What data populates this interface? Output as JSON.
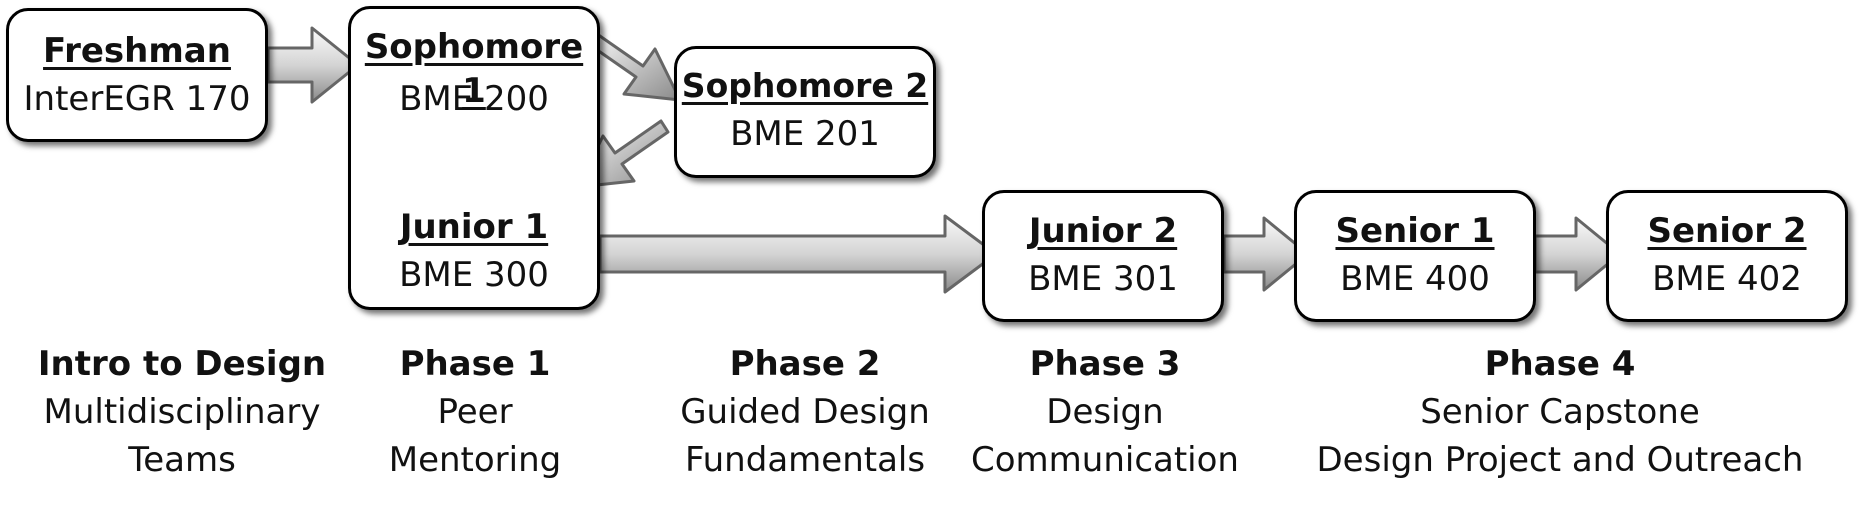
{
  "nodes": {
    "freshman": {
      "title": "Freshman",
      "code": "InterEGR 170"
    },
    "sophomore1": {
      "title": "Sophomore 1",
      "code": "BME 200"
    },
    "junior1": {
      "title": "Junior 1",
      "code": "BME 300"
    },
    "sophomore2": {
      "title": "Sophomore 2",
      "code": "BME 201"
    },
    "junior2": {
      "title": "Junior 2",
      "code": "BME 301"
    },
    "senior1": {
      "title": "Senior 1",
      "code": "BME 400"
    },
    "senior2": {
      "title": "Senior 2",
      "code": "BME 402"
    }
  },
  "phases": [
    {
      "heading": "Intro to Design",
      "lines": [
        "Multidisciplinary",
        "Teams"
      ]
    },
    {
      "heading": "Phase 1",
      "lines": [
        "Peer",
        "Mentoring"
      ]
    },
    {
      "heading": "Phase 2",
      "lines": [
        "Guided Design",
        "Fundamentals"
      ]
    },
    {
      "heading": "Phase 3",
      "lines": [
        "Design",
        "Communication"
      ]
    },
    {
      "heading": "Phase 4",
      "lines": [
        "Senior Capstone",
        "Design Project and Outreach"
      ]
    }
  ]
}
